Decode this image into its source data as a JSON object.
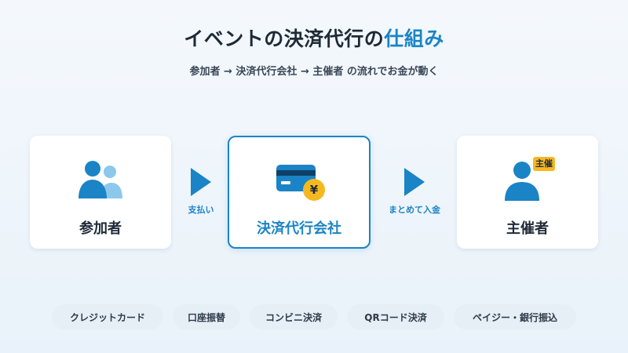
{
  "header": {
    "title_main": "イベントの決済代行の",
    "title_accent": "仕組み",
    "subtitle": "参加者 → 決済代行会社 → 主催者 の流れでお金が動く"
  },
  "flow": {
    "participant_label": "参加者",
    "processor_label": "決済代行会社",
    "organizer_label": "主催者",
    "organizer_badge": "主催",
    "processor_symbol": "¥",
    "arrow1_label": "支払い",
    "arrow2_label": "まとめて入金"
  },
  "methods": [
    "クレジットカード",
    "口座振替",
    "コンビニ決済",
    "QRコード決済",
    "ペイジー・銀行振込"
  ],
  "colors": {
    "accent": "#1a84c6",
    "accent_light": "#8cc8ec",
    "coin": "#f6b820",
    "text": "#1f2a37"
  }
}
